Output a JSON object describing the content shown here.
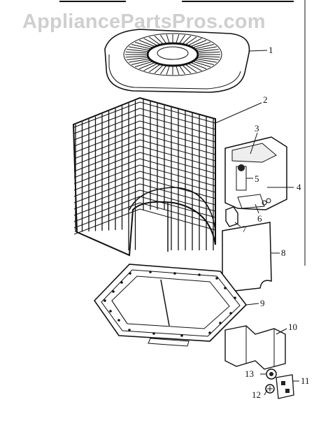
{
  "watermark": "AppliancePartsPros.com",
  "callouts": [
    "1",
    "2",
    "3",
    "4",
    "5",
    "6",
    "7",
    "8",
    "9",
    "10",
    "11",
    "12",
    "13"
  ],
  "colors": {
    "ink": "#111111",
    "watermark": "#cfcfcf",
    "background": "#ffffff"
  }
}
